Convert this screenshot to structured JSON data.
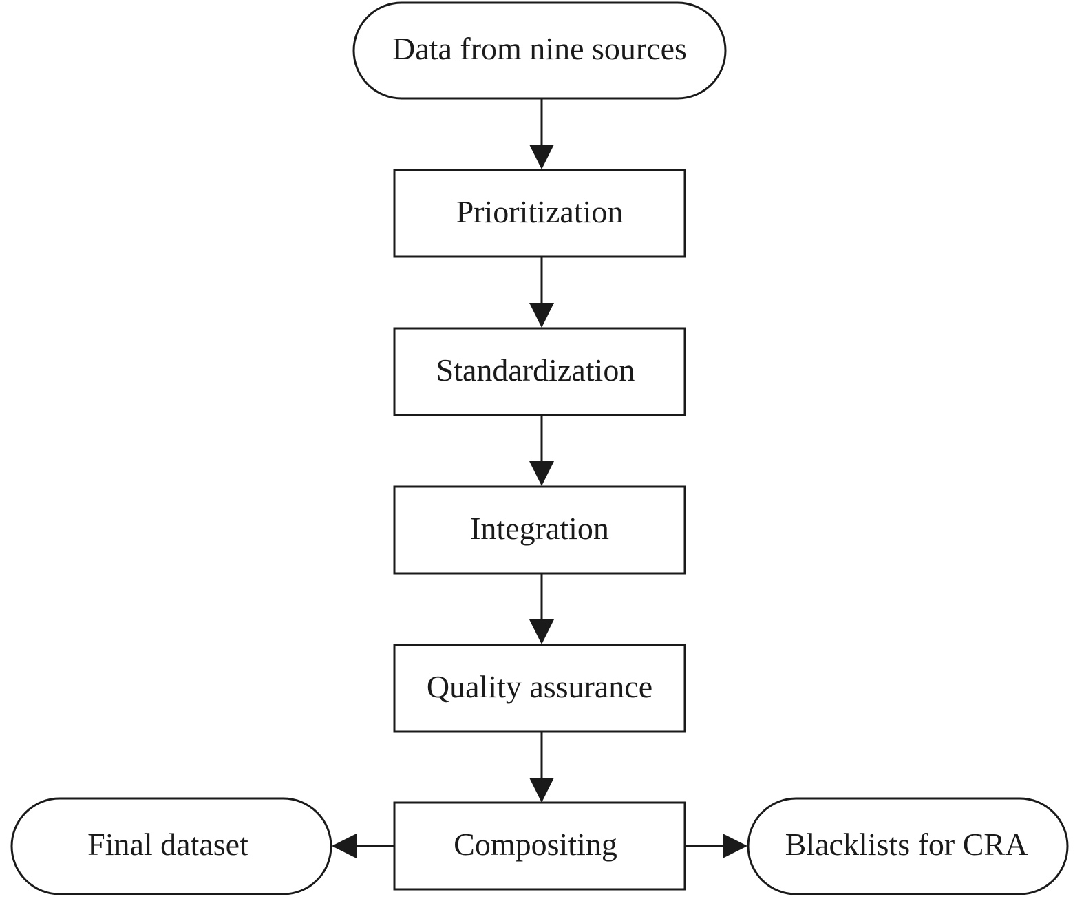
{
  "diagram": {
    "type": "flowchart",
    "nodes": [
      {
        "id": "data-sources",
        "label": "Data from nine sources",
        "shape": "terminal"
      },
      {
        "id": "prioritization",
        "label": "Prioritization",
        "shape": "process"
      },
      {
        "id": "standardization",
        "label": "Standardization",
        "shape": "process"
      },
      {
        "id": "integration",
        "label": "Integration",
        "shape": "process"
      },
      {
        "id": "quality-assurance",
        "label": "Quality assurance",
        "shape": "process"
      },
      {
        "id": "compositing",
        "label": "Compositing",
        "shape": "process"
      },
      {
        "id": "final-dataset",
        "label": "Final dataset",
        "shape": "terminal"
      },
      {
        "id": "blacklists",
        "label": "Blacklists for CRA",
        "shape": "terminal"
      }
    ],
    "edges": [
      {
        "from": "data-sources",
        "to": "prioritization"
      },
      {
        "from": "prioritization",
        "to": "standardization"
      },
      {
        "from": "standardization",
        "to": "integration"
      },
      {
        "from": "integration",
        "to": "quality-assurance"
      },
      {
        "from": "quality-assurance",
        "to": "compositing"
      },
      {
        "from": "compositing",
        "to": "final-dataset"
      },
      {
        "from": "compositing",
        "to": "blacklists"
      }
    ]
  }
}
